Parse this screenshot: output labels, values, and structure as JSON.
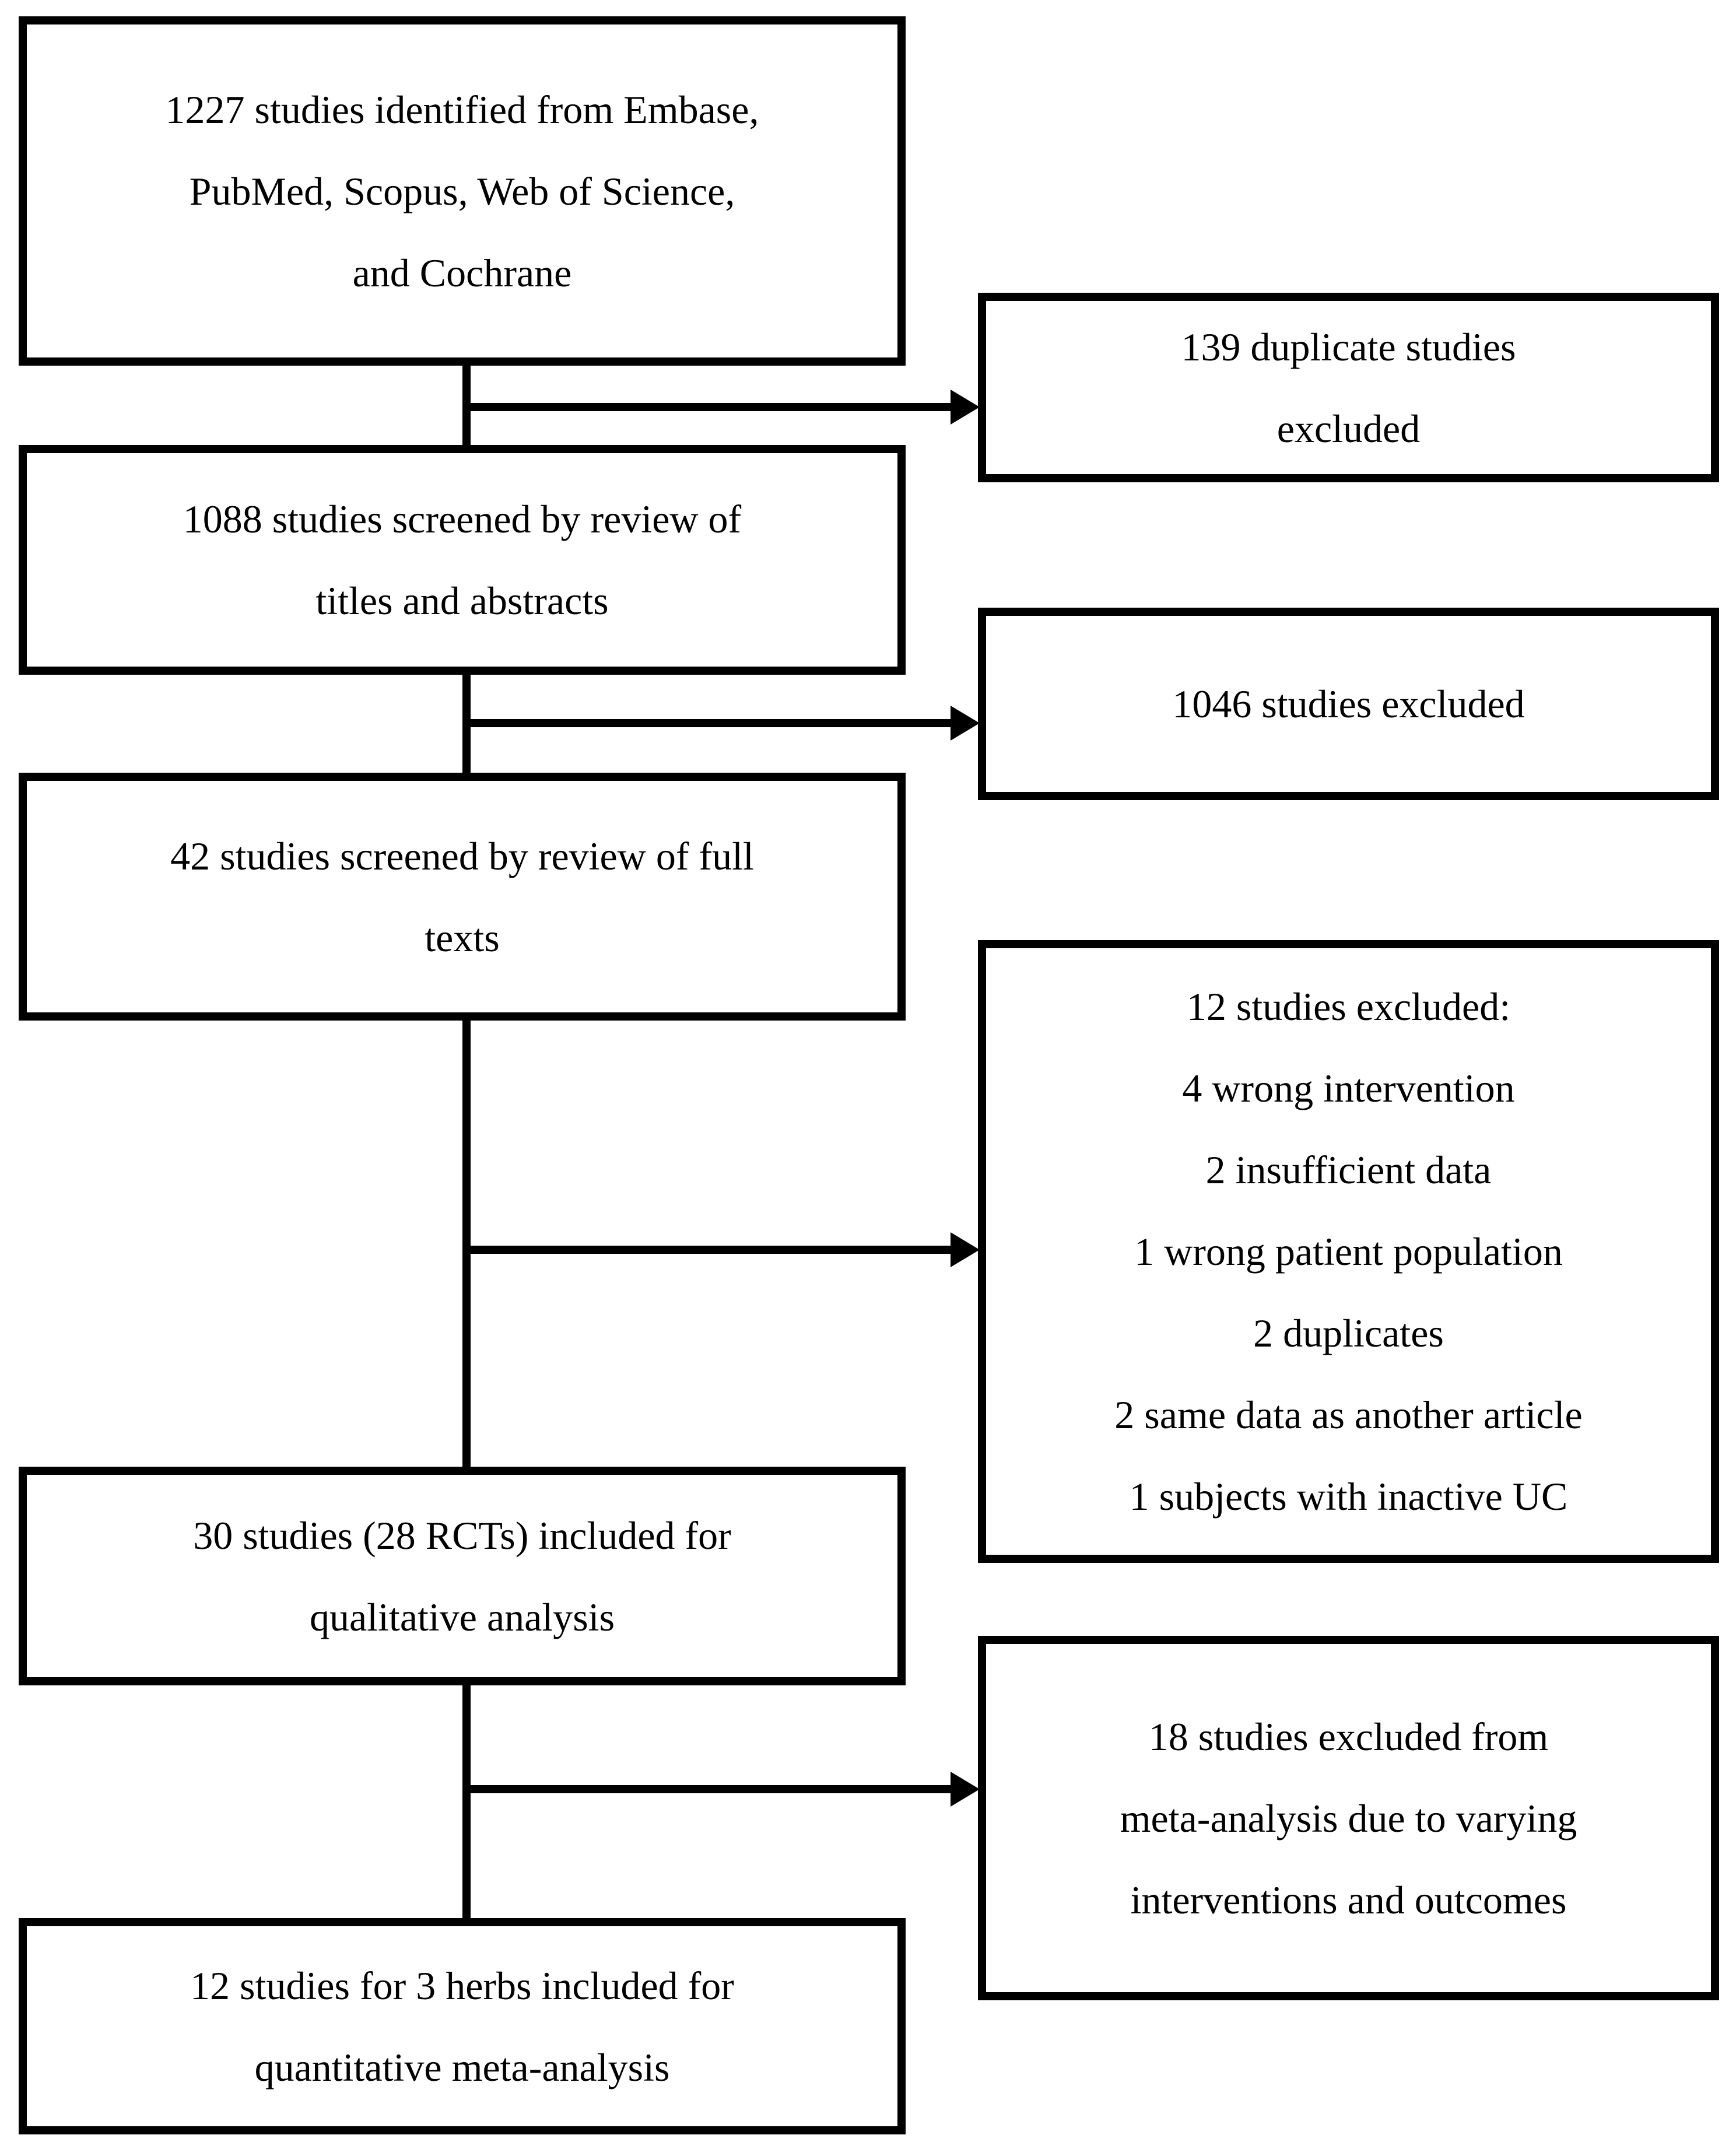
{
  "flow": {
    "diagram_type": "study-selection-flowchart",
    "colors": {
      "border": "#000000",
      "background": "#ffffff",
      "text": "#000000"
    },
    "left_boxes": [
      {
        "name": "studies-identified",
        "lines": [
          "1227 studies identified from Embase,",
          "PubMed, Scopus, Web of Science,",
          "and Cochrane"
        ]
      },
      {
        "name": "screened-titles-abstracts",
        "lines": [
          "1088 studies screened by review of",
          "titles and abstracts"
        ]
      },
      {
        "name": "screened-full-texts",
        "lines": [
          "42 studies screened by review of full",
          "texts"
        ]
      },
      {
        "name": "qualitative-analysis-included",
        "lines": [
          "30 studies (28 RCTs) included for",
          "qualitative analysis"
        ]
      },
      {
        "name": "quantitative-meta-analysis-included",
        "lines": [
          "12 studies for 3 herbs included for",
          "quantitative meta-analysis"
        ]
      }
    ],
    "right_boxes": [
      {
        "name": "duplicate-studies-excluded",
        "lines": [
          "139 duplicate studies",
          "excluded"
        ]
      },
      {
        "name": "title-abstract-studies-excluded",
        "lines": [
          "1046 studies excluded"
        ]
      },
      {
        "name": "full-text-studies-excluded",
        "lines": [
          "12 studies excluded:",
          "4 wrong intervention",
          "2 insufficient data",
          "1 wrong patient population",
          "2 duplicates",
          "2 same data as another article",
          "1 subjects with inactive UC"
        ]
      },
      {
        "name": "meta-analysis-studies-excluded",
        "lines": [
          "18 studies excluded from",
          "meta-analysis due to varying",
          "interventions and outcomes"
        ]
      }
    ]
  }
}
